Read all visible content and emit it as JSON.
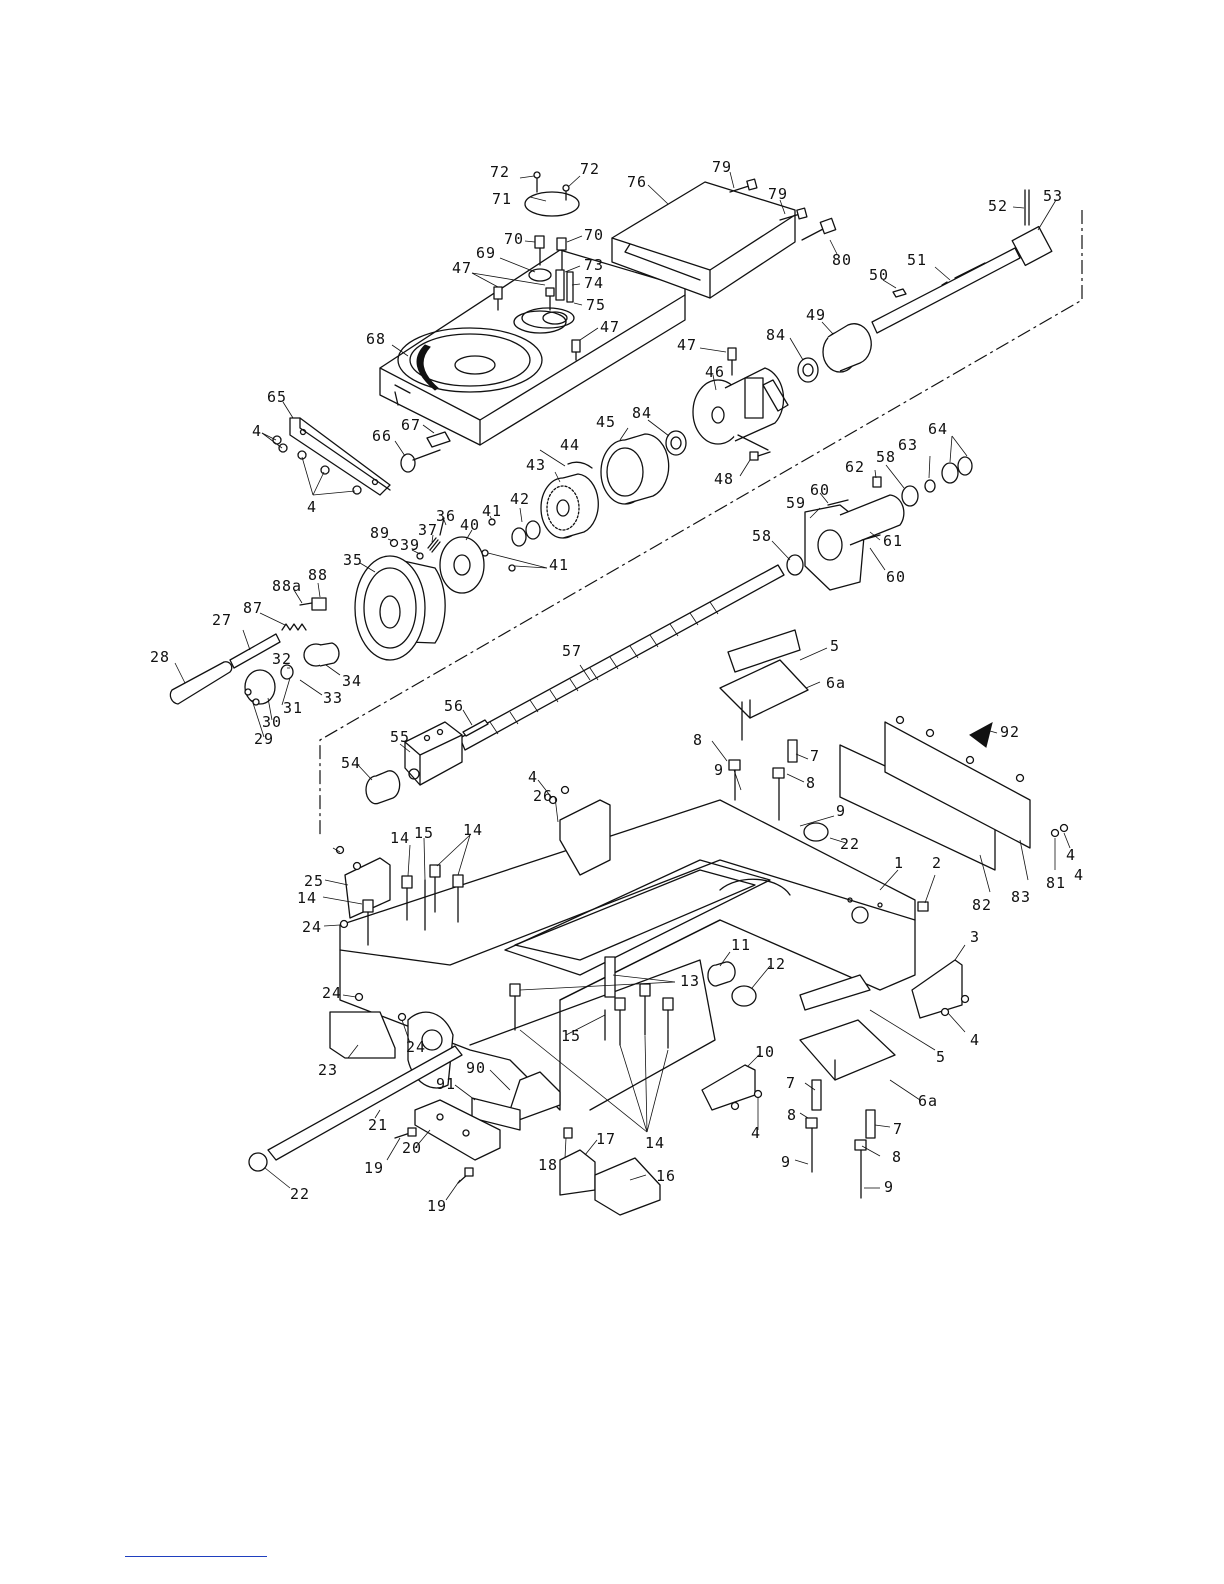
{
  "diagram": {
    "labels": [
      {
        "id": "l72a",
        "text": "72"
      },
      {
        "id": "l72b",
        "text": "72"
      },
      {
        "id": "l71",
        "text": "71"
      },
      {
        "id": "l76",
        "text": "76"
      },
      {
        "id": "l79a",
        "text": "79"
      },
      {
        "id": "l79b",
        "text": "79"
      },
      {
        "id": "l80",
        "text": "80"
      },
      {
        "id": "l52",
        "text": "52"
      },
      {
        "id": "l53",
        "text": "53"
      },
      {
        "id": "l70a",
        "text": "70"
      },
      {
        "id": "l70b",
        "text": "70"
      },
      {
        "id": "l69",
        "text": "69"
      },
      {
        "id": "l73",
        "text": "73"
      },
      {
        "id": "l74",
        "text": "74"
      },
      {
        "id": "l75",
        "text": "75"
      },
      {
        "id": "l47a",
        "text": "47"
      },
      {
        "id": "l47b",
        "text": "47"
      },
      {
        "id": "l47c",
        "text": "47"
      },
      {
        "id": "l50",
        "text": "50"
      },
      {
        "id": "l51",
        "text": "51"
      },
      {
        "id": "l49",
        "text": "49"
      },
      {
        "id": "l84a",
        "text": "84"
      },
      {
        "id": "l84b",
        "text": "84"
      },
      {
        "id": "l68",
        "text": "68"
      },
      {
        "id": "l65",
        "text": "65"
      },
      {
        "id": "l4a",
        "text": "4"
      },
      {
        "id": "l66",
        "text": "66"
      },
      {
        "id": "l67",
        "text": "67"
      },
      {
        "id": "l4b",
        "text": "4"
      },
      {
        "id": "l46",
        "text": "46"
      },
      {
        "id": "l45",
        "text": "45"
      },
      {
        "id": "l44",
        "text": "44"
      },
      {
        "id": "l43",
        "text": "43"
      },
      {
        "id": "l48",
        "text": "48"
      },
      {
        "id": "l62",
        "text": "62"
      },
      {
        "id": "l58a",
        "text": "58"
      },
      {
        "id": "l63",
        "text": "63"
      },
      {
        "id": "l64",
        "text": "64"
      },
      {
        "id": "l60a",
        "text": "60"
      },
      {
        "id": "l59",
        "text": "59"
      },
      {
        "id": "l61",
        "text": "61"
      },
      {
        "id": "l60b",
        "text": "60"
      },
      {
        "id": "l58b",
        "text": "58"
      },
      {
        "id": "l42",
        "text": "42"
      },
      {
        "id": "l41a",
        "text": "41"
      },
      {
        "id": "l41b",
        "text": "41"
      },
      {
        "id": "l40",
        "text": "40"
      },
      {
        "id": "l36",
        "text": "36"
      },
      {
        "id": "l37",
        "text": "37"
      },
      {
        "id": "l39",
        "text": "39"
      },
      {
        "id": "l89",
        "text": "89"
      },
      {
        "id": "l35",
        "text": "35"
      },
      {
        "id": "l88",
        "text": "88"
      },
      {
        "id": "l88a",
        "text": "88a"
      },
      {
        "id": "l87",
        "text": "87"
      },
      {
        "id": "l27",
        "text": "27"
      },
      {
        "id": "l28",
        "text": "28"
      },
      {
        "id": "l34",
        "text": "34"
      },
      {
        "id": "l32",
        "text": "32"
      },
      {
        "id": "l33",
        "text": "33"
      },
      {
        "id": "l31",
        "text": "31"
      },
      {
        "id": "l30",
        "text": "30"
      },
      {
        "id": "l29",
        "text": "29"
      },
      {
        "id": "l57",
        "text": "57"
      },
      {
        "id": "l5a",
        "text": "5"
      },
      {
        "id": "l6aa",
        "text": "6a"
      },
      {
        "id": "l56",
        "text": "56"
      },
      {
        "id": "l55",
        "text": "55"
      },
      {
        "id": "l54",
        "text": "54"
      },
      {
        "id": "l8a",
        "text": "8"
      },
      {
        "id": "l7a",
        "text": "7"
      },
      {
        "id": "l9a",
        "text": "9"
      },
      {
        "id": "l8b",
        "text": "8"
      },
      {
        "id": "l9b",
        "text": "9"
      },
      {
        "id": "l4c",
        "text": "4"
      },
      {
        "id": "l26",
        "text": "26"
      },
      {
        "id": "l92",
        "text": "92"
      },
      {
        "id": "l22a",
        "text": "22"
      },
      {
        "id": "l4d",
        "text": "4"
      },
      {
        "id": "l81",
        "text": "81"
      },
      {
        "id": "l82",
        "text": "82"
      },
      {
        "id": "l83",
        "text": "83"
      },
      {
        "id": "l4e",
        "text": "4"
      },
      {
        "id": "l25",
        "text": "25"
      },
      {
        "id": "l14a",
        "text": "14"
      },
      {
        "id": "l15a",
        "text": "15"
      },
      {
        "id": "l14b",
        "text": "14"
      },
      {
        "id": "l14c",
        "text": "14"
      },
      {
        "id": "l24a",
        "text": "24"
      },
      {
        "id": "l1",
        "text": "1"
      },
      {
        "id": "l2",
        "text": "2"
      },
      {
        "id": "l3",
        "text": "3"
      },
      {
        "id": "l11",
        "text": "11"
      },
      {
        "id": "l12",
        "text": "12"
      },
      {
        "id": "l13",
        "text": "13"
      },
      {
        "id": "l24b",
        "text": "24"
      },
      {
        "id": "l24c",
        "text": "24"
      },
      {
        "id": "l15b",
        "text": "15"
      },
      {
        "id": "l23",
        "text": "23"
      },
      {
        "id": "l4f",
        "text": "4"
      },
      {
        "id": "l5b",
        "text": "5"
      },
      {
        "id": "l6ab",
        "text": "6a"
      },
      {
        "id": "l90",
        "text": "90"
      },
      {
        "id": "l91",
        "text": "91"
      },
      {
        "id": "l10",
        "text": "10"
      },
      {
        "id": "l21",
        "text": "21"
      },
      {
        "id": "l7b",
        "text": "7"
      },
      {
        "id": "l4g",
        "text": "4"
      },
      {
        "id": "l7c",
        "text": "7"
      },
      {
        "id": "l14d",
        "text": "14"
      },
      {
        "id": "l8c",
        "text": "8"
      },
      {
        "id": "l8d",
        "text": "8"
      },
      {
        "id": "l9c",
        "text": "9"
      },
      {
        "id": "l9d",
        "text": "9"
      },
      {
        "id": "l17",
        "text": "17"
      },
      {
        "id": "l18",
        "text": "18"
      },
      {
        "id": "l16",
        "text": "16"
      },
      {
        "id": "l19a",
        "text": "19"
      },
      {
        "id": "l20",
        "text": "20"
      },
      {
        "id": "l19b",
        "text": "19"
      },
      {
        "id": "l22b",
        "text": "22"
      }
    ]
  }
}
